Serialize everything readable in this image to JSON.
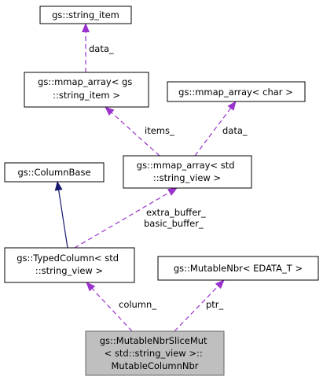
{
  "colors": {
    "node_fill": "#ffffff",
    "node_border": "#000000",
    "highlight_fill": "#bfbfbf",
    "highlight_border": "#666666",
    "usage_edge": "#9a32cd",
    "inherit_edge": "#191970"
  },
  "nodes": {
    "string_item": {
      "lines": [
        "gs::string_item"
      ]
    },
    "mmap_string_item": {
      "lines": [
        "gs::mmap_array< gs",
        "::string_item >"
      ]
    },
    "mmap_char": {
      "lines": [
        "gs::mmap_array< char >"
      ]
    },
    "column_base": {
      "lines": [
        "gs::ColumnBase"
      ]
    },
    "mmap_string_view": {
      "lines": [
        "gs::mmap_array< std",
        "::string_view >"
      ]
    },
    "typed_column": {
      "lines": [
        "gs::TypedColumn< std",
        "::string_view >"
      ]
    },
    "mutable_nbr": {
      "lines": [
        "gs::MutableNbr< EDATA_T >"
      ]
    },
    "mutable_nbr_slice": {
      "lines": [
        "gs::MutableNbrSliceMut",
        "< std::string_view >::",
        "MutableColumnNbr"
      ]
    }
  },
  "edges": {
    "data_string_item": {
      "label": [
        "data_"
      ]
    },
    "items": {
      "label": [
        "items_"
      ]
    },
    "data_char": {
      "label": [
        "data_"
      ]
    },
    "buffers": {
      "label": [
        "extra_buffer_",
        "basic_buffer_"
      ]
    },
    "column": {
      "label": [
        "column_"
      ]
    },
    "ptr": {
      "label": [
        "ptr_"
      ]
    }
  }
}
